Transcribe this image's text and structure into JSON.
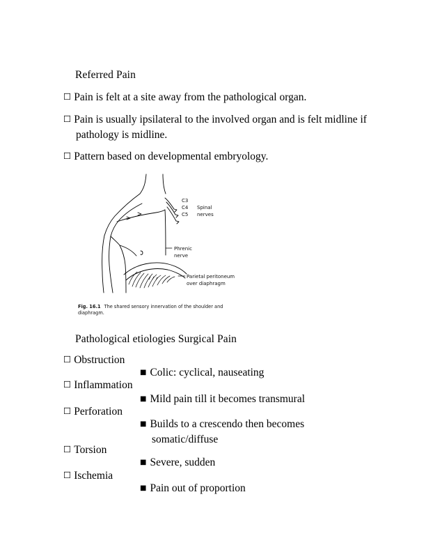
{
  "document": {
    "section_one": {
      "heading": "Referred Pain",
      "items": [
        {
          "bullet": "☐",
          "text": "Pain is felt at a site away from the pathological organ."
        },
        {
          "bullet": "☐",
          "text": "Pain is usually ipsilateral to the involved organ and is felt midline if pathology is midline."
        },
        {
          "bullet": "☐",
          "text": "Pattern based on developmental embryology."
        }
      ]
    },
    "figure": {
      "caption_number": "Fig. 16.1",
      "caption_text": "The shared sensory innervation of the shoulder and diaphragm.",
      "labels": {
        "c3": "C3",
        "c4": "C4",
        "c5": "C5",
        "spinal_line1": "Spinal",
        "spinal_line2": "nerves",
        "phrenic_line1": "Phrenic",
        "phrenic_line2": "nerve",
        "peritoneum_line1": "Parietal peritoneum",
        "peritoneum_line2": "over diaphragm"
      }
    },
    "section_two": {
      "heading": "Pathological etiologies Surgical Pain",
      "etiologies": [
        {
          "bullet": "☐",
          "text": "Obstruction"
        },
        {
          "bullet": "☐",
          "text": "Inflammation"
        },
        {
          "bullet": "☐",
          "text": "Perforation"
        },
        {
          "bullet": "☐",
          "text": "Torsion"
        },
        {
          "bullet": "☐",
          "text": "Ischemia"
        }
      ],
      "descriptions": [
        {
          "bullet": "■",
          "text": "Colic: cyclical, nauseating"
        },
        {
          "bullet": "■",
          "text": "Mild pain till it becomes transmural"
        },
        {
          "bullet": "■",
          "text": "Builds to a crescendo then becomes somatic/diffuse"
        },
        {
          "bullet": "■",
          "text": "Severe, sudden"
        },
        {
          "bullet": "■",
          "text": "Pain out of proportion"
        }
      ]
    }
  }
}
